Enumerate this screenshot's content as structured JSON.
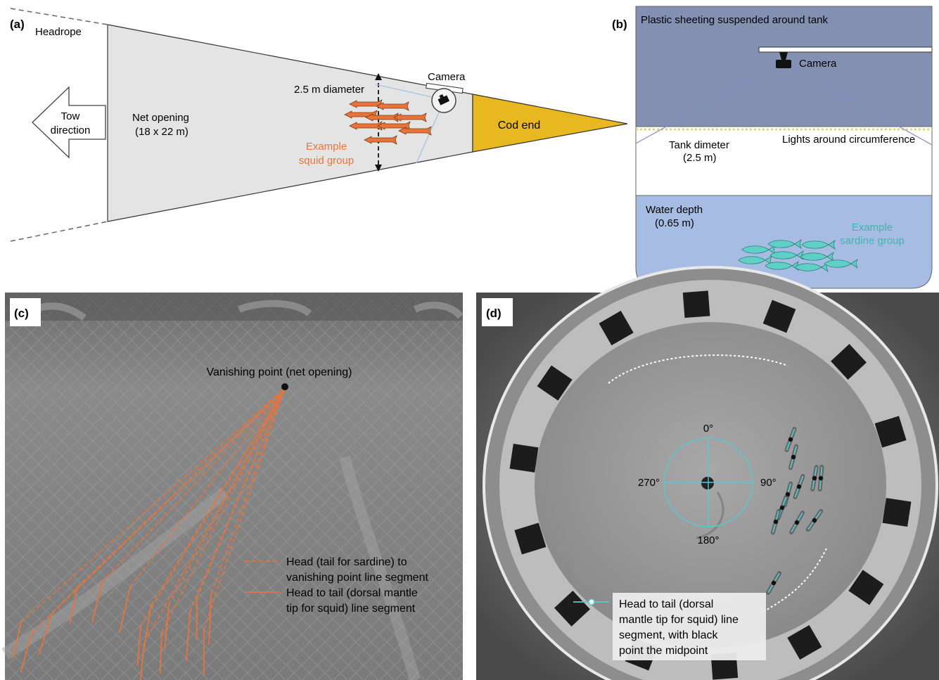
{
  "panel_a": {
    "letter": "(a)",
    "headrope": "Headrope",
    "tow_line1": "Tow",
    "tow_line2": "direction",
    "net_line1": "Net opening",
    "net_line2": "(18 x 22 m)",
    "diameter": "2.5 m diameter",
    "camera": "Camera",
    "codend": "Cod end",
    "squid_line1": "Example",
    "squid_line2": "squid group"
  },
  "panel_b": {
    "letter": "(b)",
    "sheeting": "Plastic sheeting suspended around tank",
    "camera": "Camera",
    "tank_line1": "Tank dimeter",
    "tank_line2": "(2.5 m)",
    "lights": "Lights around circumference",
    "depth_line1": "Water depth",
    "depth_line2": "(0.65 m)",
    "sardine_line1": "Example",
    "sardine_line2": "sardine group"
  },
  "panel_c": {
    "letter": "(c)",
    "vanishing": "Vanishing point (net opening)",
    "legend_dashed_line1": "Head (tail for sardine) to",
    "legend_dashed_line2": "vanishing point line segment",
    "legend_solid_line1": "Head to tail (dorsal mantle",
    "legend_solid_line2": "tip for squid) line segment"
  },
  "panel_d": {
    "letter": "(d)",
    "deg_0": "0°",
    "deg_90": "90°",
    "deg_180": "180°",
    "deg_270": "270°",
    "legend_line1": "Head to tail (dorsal",
    "legend_line2": "mantle tip for squid) line",
    "legend_line3": "segment, with black",
    "legend_line4": "point the midpoint"
  },
  "colors": {
    "squid_orange": "#E8743B",
    "codend_gold": "#E8B820",
    "sheeting_blue": "#8390B2",
    "water_blue": "#A6BCE3",
    "sardine_teal": "#5FD0C6",
    "angle_cyan": "#59C8CF",
    "net_grey": "#E4E4E4"
  }
}
